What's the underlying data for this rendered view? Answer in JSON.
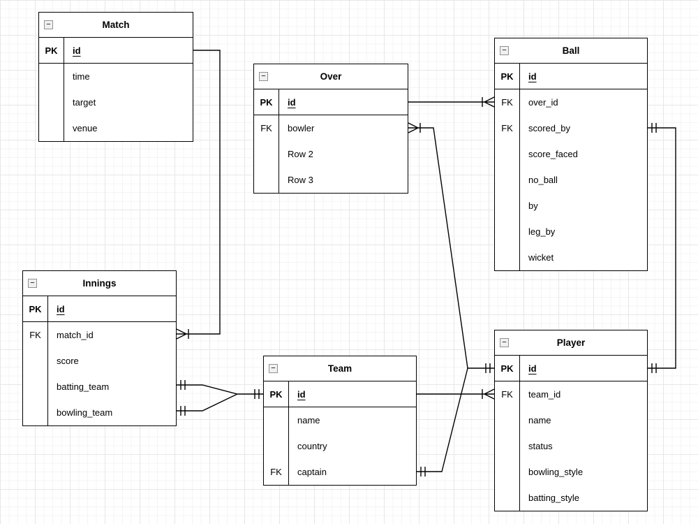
{
  "diagram": {
    "kind": "entity-relationship-diagram",
    "collapse_glyph": "−",
    "stroke_color": "#000000",
    "background_color": "#ffffff",
    "grid_minor_color": "#f4f4f6",
    "grid_major_color": "#e7e7ea"
  },
  "entities": [
    {
      "name": "Match",
      "rows": [
        {
          "key": "PK",
          "field": "id",
          "pk": true
        },
        {
          "key": "",
          "field": "time"
        },
        {
          "key": "",
          "field": "target"
        },
        {
          "key": "",
          "field": "venue"
        }
      ]
    },
    {
      "name": "Over",
      "rows": [
        {
          "key": "PK",
          "field": "id",
          "pk": true
        },
        {
          "key": "FK",
          "field": "bowler"
        },
        {
          "key": "",
          "field": "Row 2"
        },
        {
          "key": "",
          "field": "Row 3"
        }
      ]
    },
    {
      "name": "Ball",
      "rows": [
        {
          "key": "PK",
          "field": "id",
          "pk": true
        },
        {
          "key": "FK",
          "field": "over_id"
        },
        {
          "key": "FK",
          "field": "scored_by"
        },
        {
          "key": "",
          "field": "score_faced"
        },
        {
          "key": "",
          "field": "no_ball"
        },
        {
          "key": "",
          "field": "by"
        },
        {
          "key": "",
          "field": "leg_by"
        },
        {
          "key": "",
          "field": "wicket"
        }
      ]
    },
    {
      "name": "Innings",
      "rows": [
        {
          "key": "PK",
          "field": "id",
          "pk": true
        },
        {
          "key": "FK",
          "field": "match_id"
        },
        {
          "key": "",
          "field": "score"
        },
        {
          "key": "",
          "field": "batting_team"
        },
        {
          "key": "",
          "field": "bowling_team"
        }
      ]
    },
    {
      "name": "Team",
      "rows": [
        {
          "key": "PK",
          "field": "id",
          "pk": true
        },
        {
          "key": "",
          "field": "name"
        },
        {
          "key": "",
          "field": "country"
        },
        {
          "key": "FK",
          "field": "captain"
        }
      ]
    },
    {
      "name": "Player",
      "rows": [
        {
          "key": "PK",
          "field": "id",
          "pk": true
        },
        {
          "key": "FK",
          "field": "team_id"
        },
        {
          "key": "",
          "field": "name"
        },
        {
          "key": "",
          "field": "status"
        },
        {
          "key": "",
          "field": "bowling_style"
        },
        {
          "key": "",
          "field": "batting_style"
        }
      ]
    }
  ],
  "relationships": [
    {
      "id": "match-innings",
      "from": "Match.id",
      "to": "Innings.match_id",
      "from_marker": "plain",
      "to_marker": "crowfoot-tick"
    },
    {
      "id": "over-ball",
      "from": "Over.id",
      "to": "Ball.over_id",
      "from_marker": "plain",
      "to_marker": "crowfoot-tick"
    },
    {
      "id": "over-player",
      "from": "Over.bowler",
      "to": "Player.id",
      "from_marker": "crowfoot-tick",
      "to_marker": "double-tick"
    },
    {
      "id": "team-captain-player",
      "from": "Team.captain",
      "to": "Player.id",
      "from_marker": "double-tick",
      "to_marker": "plain"
    },
    {
      "id": "team-player",
      "from": "Team.id",
      "to": "Player.team_id",
      "from_marker": "plain",
      "to_marker": "crowfoot-tick"
    },
    {
      "id": "innings-team",
      "from": "Innings.batting_team, Innings.bowling_team",
      "to": "Team.id",
      "from_marker": "double-tick",
      "to_marker": "double-tick"
    },
    {
      "id": "ball-player",
      "from": "Ball.scored_by",
      "to": "Player.id",
      "from_marker": "double-tick",
      "to_marker": "double-tick"
    }
  ]
}
